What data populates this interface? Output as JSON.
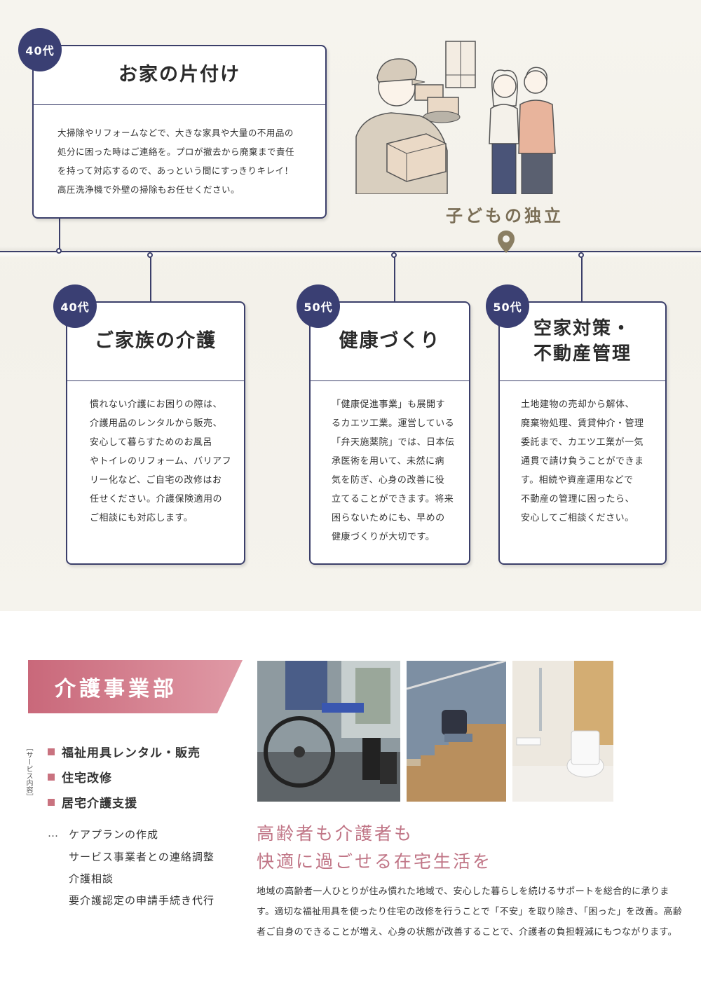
{
  "top": {
    "card_cleanup": {
      "badge": "40代",
      "title": "お家の片付け",
      "body": "大掃除やリフォームなどで、大きな家具や大量の不用品の\n処分に困った時はご連絡を。プロが撤去から廃棄まで責任\nを持って対応するので、あっという間にすっきりキレイ！\n高圧洗浄機で外壁の掃除もお任せください。"
    },
    "milestone": "子どもの独立",
    "card_care": {
      "badge": "40代",
      "title": "ご家族の介護",
      "body": "慣れない介護にお困りの際は、\n介護用品のレンタルから販売、\n安心して暮らすためのお風呂\nやトイレのリフォーム、バリアフ\nリー化など、ご自宅の改修はお\n任せください。介護保険適用の\nご相談にも対応します。"
    },
    "card_health": {
      "badge": "50代",
      "title": "健康づくり",
      "body": "「健康促進事業」も展開す\nるカエツ工業。運営している\n「弁天施薬院」では、日本伝\n承医術を用いて、未然に病\n気を防ぎ、心身の改善に役\n立てることができます。将来\n困らないためにも、早めの\n健康づくりが大切です。"
    },
    "card_realestate": {
      "badge": "50代",
      "title": "空家対策・\n不動産管理",
      "body": "土地建物の売却から解体、\n廃棄物処理、賃貸仲介・管理\n委託まで、カエツ工業が一気\n通貫で請け負うことができま\nす。相続や資産運用などで\n不動産の管理に困ったら、\n安心してご相談ください。"
    }
  },
  "bottom": {
    "dept_title": "介護事業部",
    "service_label": "［サービス内容］",
    "services": [
      "福祉用具レンタル・販売",
      "住宅改修",
      "居宅介護支援"
    ],
    "ellipsis": "…",
    "sub_services": [
      "ケアプランの作成",
      "サービス事業者との連絡調整",
      "介護相談",
      "要介護認定の申請手続き代行"
    ],
    "headline_1": "高齢者も介護者も",
    "headline_2": "快適に過ごせる在宅生活を",
    "description": "地域の高齢者一人ひとりが住み慣れた地域で、安心した暮らしを続けるサポートを総合的に承ります。適切な福祉用具を使ったり住宅の改修を行うことで「不安」を取り除き、「困った」を改善。高齢者ご自身のできることが増え、心身の状態が改善することで、介護者の負担軽減にもつながります。"
  },
  "colors": {
    "navy": "#3a3f73",
    "pink_banner": "#d07282",
    "headline_pink": "#c07586",
    "milestone_brown": "#7a6e56"
  }
}
